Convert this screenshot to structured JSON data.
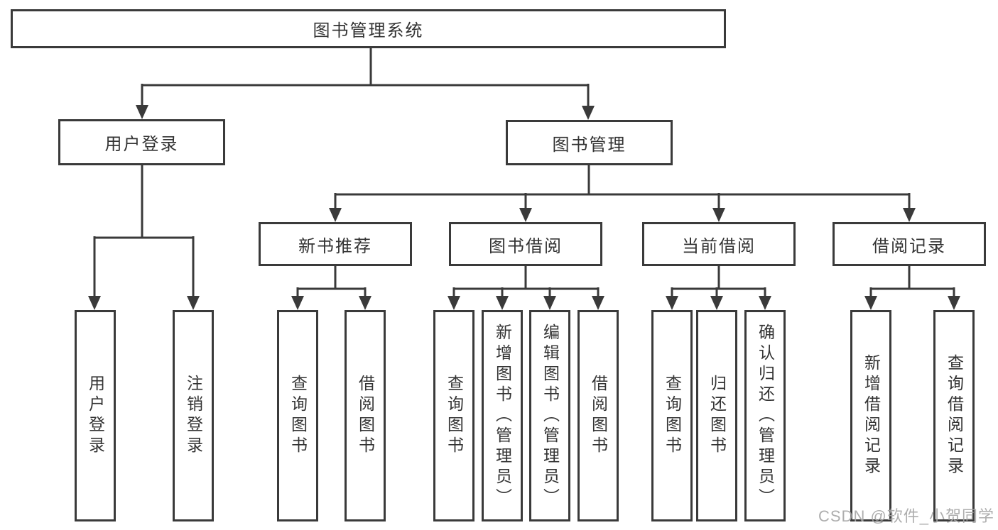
{
  "diagram": {
    "title": "图书管理系统",
    "level2": [
      {
        "label": "用户登录"
      },
      {
        "label": "图书管理"
      }
    ],
    "level3": [
      {
        "label": "新书推荐"
      },
      {
        "label": "图书借阅"
      },
      {
        "label": "当前借阅"
      },
      {
        "label": "借阅记录"
      }
    ],
    "level4": [
      {
        "label": "用户登录"
      },
      {
        "label": "注销登录"
      },
      {
        "label": "查询图书"
      },
      {
        "label": "借阅图书"
      },
      {
        "label": "查询图书"
      },
      {
        "label": "新增图书（管理员）"
      },
      {
        "label": "编辑图书（管理员）"
      },
      {
        "label": "借阅图书"
      },
      {
        "label": "查询图书"
      },
      {
        "label": "归还图书"
      },
      {
        "label": "确认归还（管理员）"
      },
      {
        "label": "新增借阅记录"
      },
      {
        "label": "查询借阅记录"
      }
    ],
    "watermark": "CSDN @软件_小贺同学",
    "colors": {
      "line": "#3a3a3a",
      "border": "#3a3a3a",
      "fill": "#ffffff",
      "text": "#333333",
      "watermark": "#a5a5a5"
    }
  }
}
